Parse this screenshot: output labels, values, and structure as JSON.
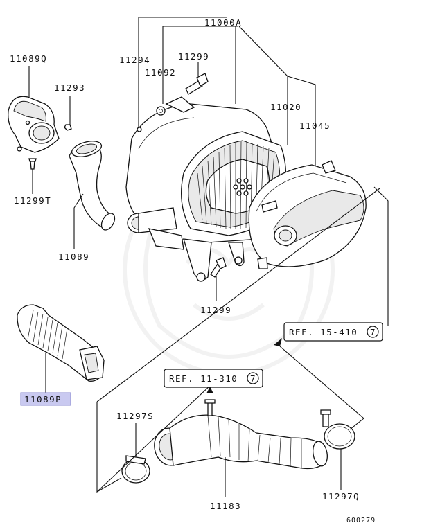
{
  "labels": {
    "p11000A": "11000A",
    "p11294": "11294",
    "p11299_top": "11299",
    "p11092": "11092",
    "p11020": "11020",
    "p11045": "11045",
    "p11089Q": "11089Q",
    "p11293": "11293",
    "p11299T": "11299T",
    "p11089": "11089",
    "p11299_bottom": "11299",
    "p11089P": "11089P",
    "p11297S": "11297S",
    "p11183": "11183",
    "p11297Q": "11297Q"
  },
  "refs": {
    "ref1_text": "REF. 15-410",
    "ref1_num": "7",
    "ref2_text": "REF. 11-310",
    "ref2_num": "7"
  },
  "diagram_id": "600279",
  "colors": {
    "highlight": "#c9c9f0",
    "line": "#111111"
  }
}
